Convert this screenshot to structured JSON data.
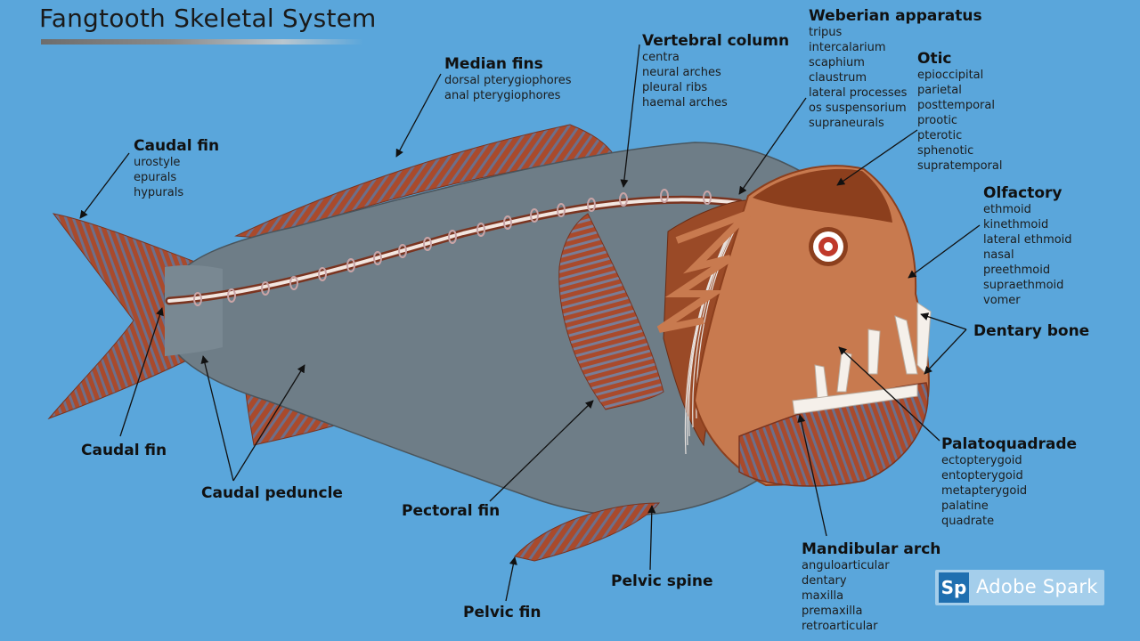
{
  "title": "Fangtooth Skeletal System",
  "groups": {
    "median_fins": {
      "heading": "Median fins",
      "items": [
        "dorsal pterygiophores",
        "anal pterygiophores"
      ]
    },
    "vertebral_column": {
      "heading": "Vertebral column",
      "items": [
        "centra",
        "neural arches",
        "pleural ribs",
        "haemal arches"
      ]
    },
    "weberian_apparatus": {
      "heading": "Weberian apparatus",
      "items": [
        "tripus",
        "intercalarium",
        "scaphium",
        "claustrum",
        "lateral processes",
        "os suspensorium",
        "supraneurals"
      ]
    },
    "otic": {
      "heading": "Otic",
      "items": [
        "epioccipital",
        "parietal",
        "posttemporal",
        "prootic",
        "pterotic",
        "sphenotic",
        "supratemporal"
      ]
    },
    "olfactory": {
      "heading": "Olfactory",
      "items": [
        "ethmoid",
        "kinethmoid",
        "lateral ethmoid",
        "nasal",
        "preethmoid",
        "supraethmoid",
        "vomer"
      ]
    },
    "caudal_fin_top": {
      "heading": "Caudal fin",
      "items": [
        "urostyle",
        "epurals",
        "hypurals"
      ]
    },
    "palatoquadrade": {
      "heading": "Palatoquadrade",
      "items": [
        "ectopterygoid",
        "entopterygoid",
        "metapterygoid",
        "palatine",
        "quadrate"
      ]
    },
    "mandibular_arch": {
      "heading": "Mandibular arch",
      "items": [
        "anguloarticular",
        "dentary",
        "maxilla",
        "premaxilla",
        "retroarticular"
      ]
    }
  },
  "labels": {
    "dentary_bone": "Dentary bone",
    "caudal_fin": "Caudal fin",
    "caudal_peduncle": "Caudal peduncle",
    "pectoral_fin": "Pectoral fin",
    "pelvic_spine": "Pelvic spine",
    "pelvic_fin": "Pelvic fin"
  },
  "watermark": {
    "logo": "Sp",
    "text": "Adobe Spark"
  },
  "colors": {
    "background": "#5aa6db",
    "body": "#6e7d87",
    "fin": "#a94a2c",
    "fin_ray": "#6d6f8a",
    "head": "#c87a4f",
    "head_dark": "#8c3f1d",
    "spine": "#f2e6e0"
  }
}
